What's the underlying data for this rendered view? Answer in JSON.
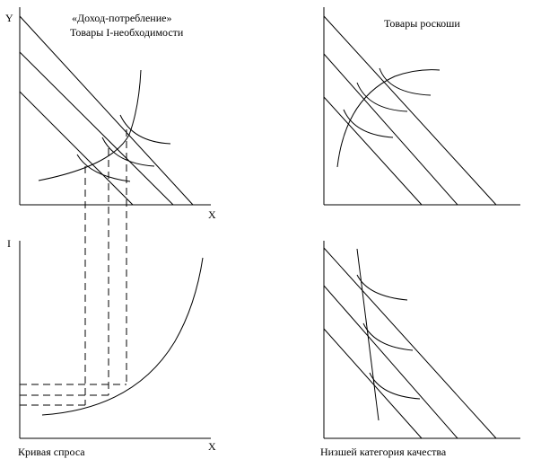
{
  "panel_tl": {
    "title_line1": "«Доход-потребление»",
    "title_line2": "Товары I-необходимости",
    "y_label": "Y",
    "x_label": "X"
  },
  "panel_tr": {
    "title": "Товары роскоши"
  },
  "panel_bl": {
    "y_label": "I",
    "x_label": "X",
    "caption": "Кривая спроса"
  },
  "panel_br": {
    "caption": "Низшей категория качества"
  }
}
